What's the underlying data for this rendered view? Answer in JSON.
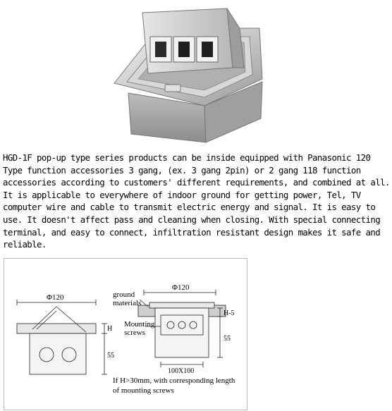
{
  "description": "HGD-1F pop-up type series products can be inside equipped with Panasonic 120 Type function accessories 3 gang, (ex. 3 gang 2pin) or 2 gang 118 function accessories according to customers' different requirements, and combined at all. It is applicable to everywhere of indoor ground for getting power, Tel, TV computer wire and cable to transmit electric energy and signal. It is easy to use. It doesn't affect pass and cleaning when closing. With special connecting terminal, and easy to connect, infiltration resistant design makes it safe and reliable.",
  "drawing": {
    "left_dim": "Φ120",
    "right_dim": "Φ120",
    "left_height_top": "H",
    "left_height_bottom": "55",
    "right_height_top": "H-5",
    "right_height_bottom": "55",
    "base_dim": "100X100",
    "ground_label_1": "ground",
    "ground_label_2": "materials",
    "mounting_label_1": "Mounting",
    "mounting_label_2": "screws",
    "note_1": "If H>30mm, with corresponding length",
    "note_2": "of mounting screws"
  }
}
